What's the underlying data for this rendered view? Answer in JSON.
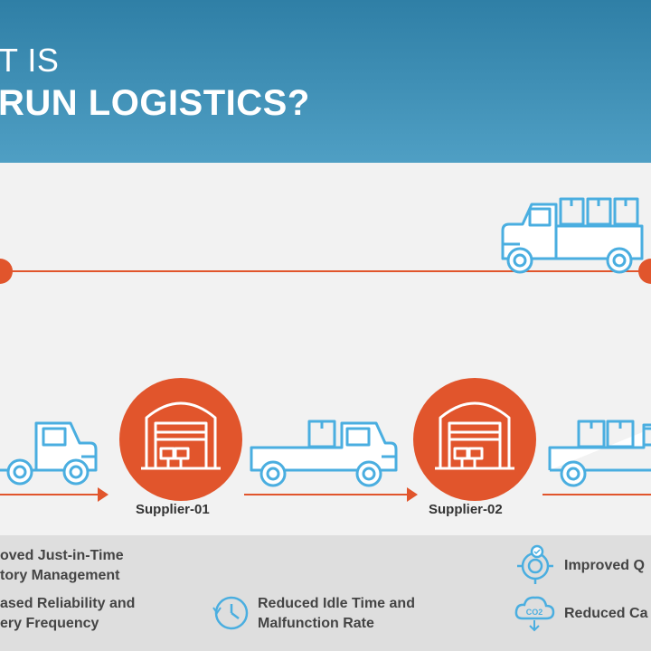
{
  "header": {
    "title_line1": "T IS",
    "title_line2": "RUN LOGISTICS?"
  },
  "suppliers": [
    "Supplier-01",
    "Supplier-02"
  ],
  "benefits": {
    "b1_line1": "oved Just-in-Time",
    "b1_line2": "tory Management",
    "b2_line1": "ased Reliability and",
    "b2_line2": "ery Frequency",
    "b3_line1": "Reduced Idle Time and",
    "b3_line2": "Malfunction Rate",
    "b4": "Improved Q",
    "b5": "Reduced Ca"
  },
  "icons": {
    "co2_text": "CO2"
  },
  "colors": {
    "header_blue": "#3a8db5",
    "accent_orange": "#e1552c",
    "truck_blue": "#4aaee0",
    "footer_gray": "#dedede"
  }
}
